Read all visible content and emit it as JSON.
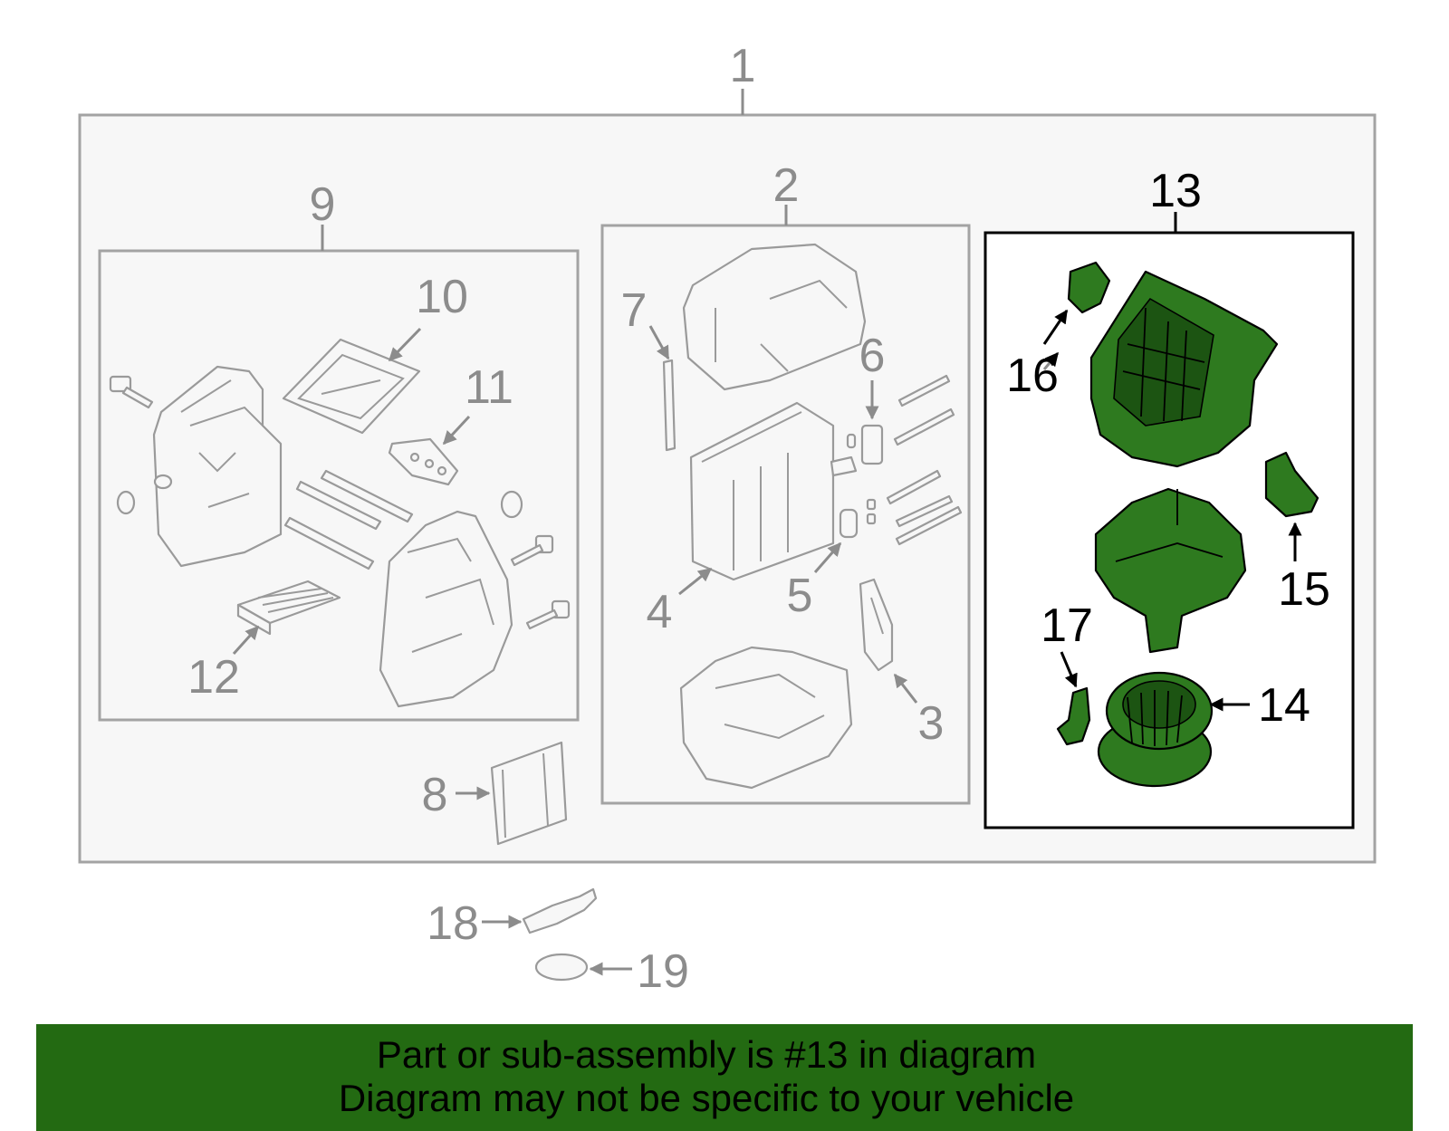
{
  "diagram": {
    "callouts": {
      "c1": "1",
      "c2": "2",
      "c3": "3",
      "c4": "4",
      "c5": "5",
      "c6": "6",
      "c7": "7",
      "c8": "8",
      "c9": "9",
      "c10": "10",
      "c11": "11",
      "c12": "12",
      "c13": "13",
      "c14": "14",
      "c15": "15",
      "c16": "16",
      "c17": "17",
      "c18": "18",
      "c19": "19"
    },
    "highlighted_part": "13",
    "colors": {
      "highlight": "#2e7a1f",
      "banner": "#236a12",
      "outline_gray": "#a3a3a3",
      "panel_fill": "#f7f7f7"
    }
  },
  "banner": {
    "line1": "Part or sub-assembly is #13 in diagram",
    "line2": "Diagram may not be specific to your vehicle"
  }
}
